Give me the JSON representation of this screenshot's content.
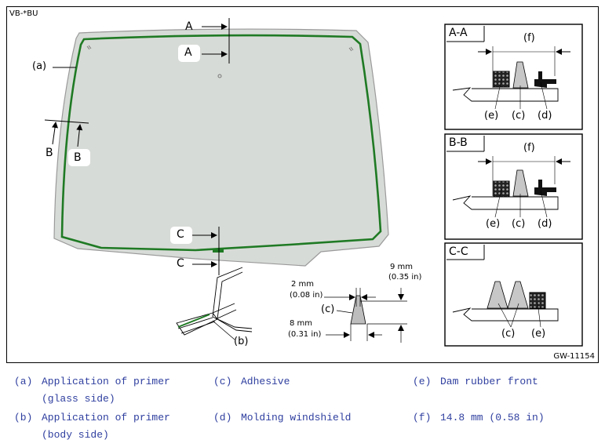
{
  "figure": {
    "model_code": "VB-*BU",
    "figure_id": "GW-11154",
    "callouts": {
      "a": "(a)",
      "b": "(b)",
      "c": "(c)",
      "d": "(d)",
      "e": "(e)",
      "f": "(f)",
      "A": "A",
      "B": "B",
      "C": "C"
    },
    "sections": {
      "aa": "A-A",
      "bb": "B-B",
      "cc": "C-C"
    },
    "dims": {
      "d2mm": "2 mm",
      "d2in": "(0.08 in)",
      "d8mm": "8 mm",
      "d8in": "(0.31 in)",
      "d9mm": "9 mm",
      "d9in": "(0.35 in)"
    }
  },
  "legend": [
    {
      "key": "(a)",
      "text": "Application of primer (glass side)"
    },
    {
      "key": "(b)",
      "text": "Application of primer (body side)"
    },
    {
      "key": "(c)",
      "text": "Adhesive"
    },
    {
      "key": "(d)",
      "text": "Molding windshield"
    },
    {
      "key": "(e)",
      "text": "Dam rubber front"
    },
    {
      "key": "(f)",
      "text": "14.8 mm (0.58 in)"
    }
  ],
  "colors": {
    "glass": "#d7dbd7",
    "primer": "#1f7a24",
    "legend_text": "#2f3f9f"
  }
}
